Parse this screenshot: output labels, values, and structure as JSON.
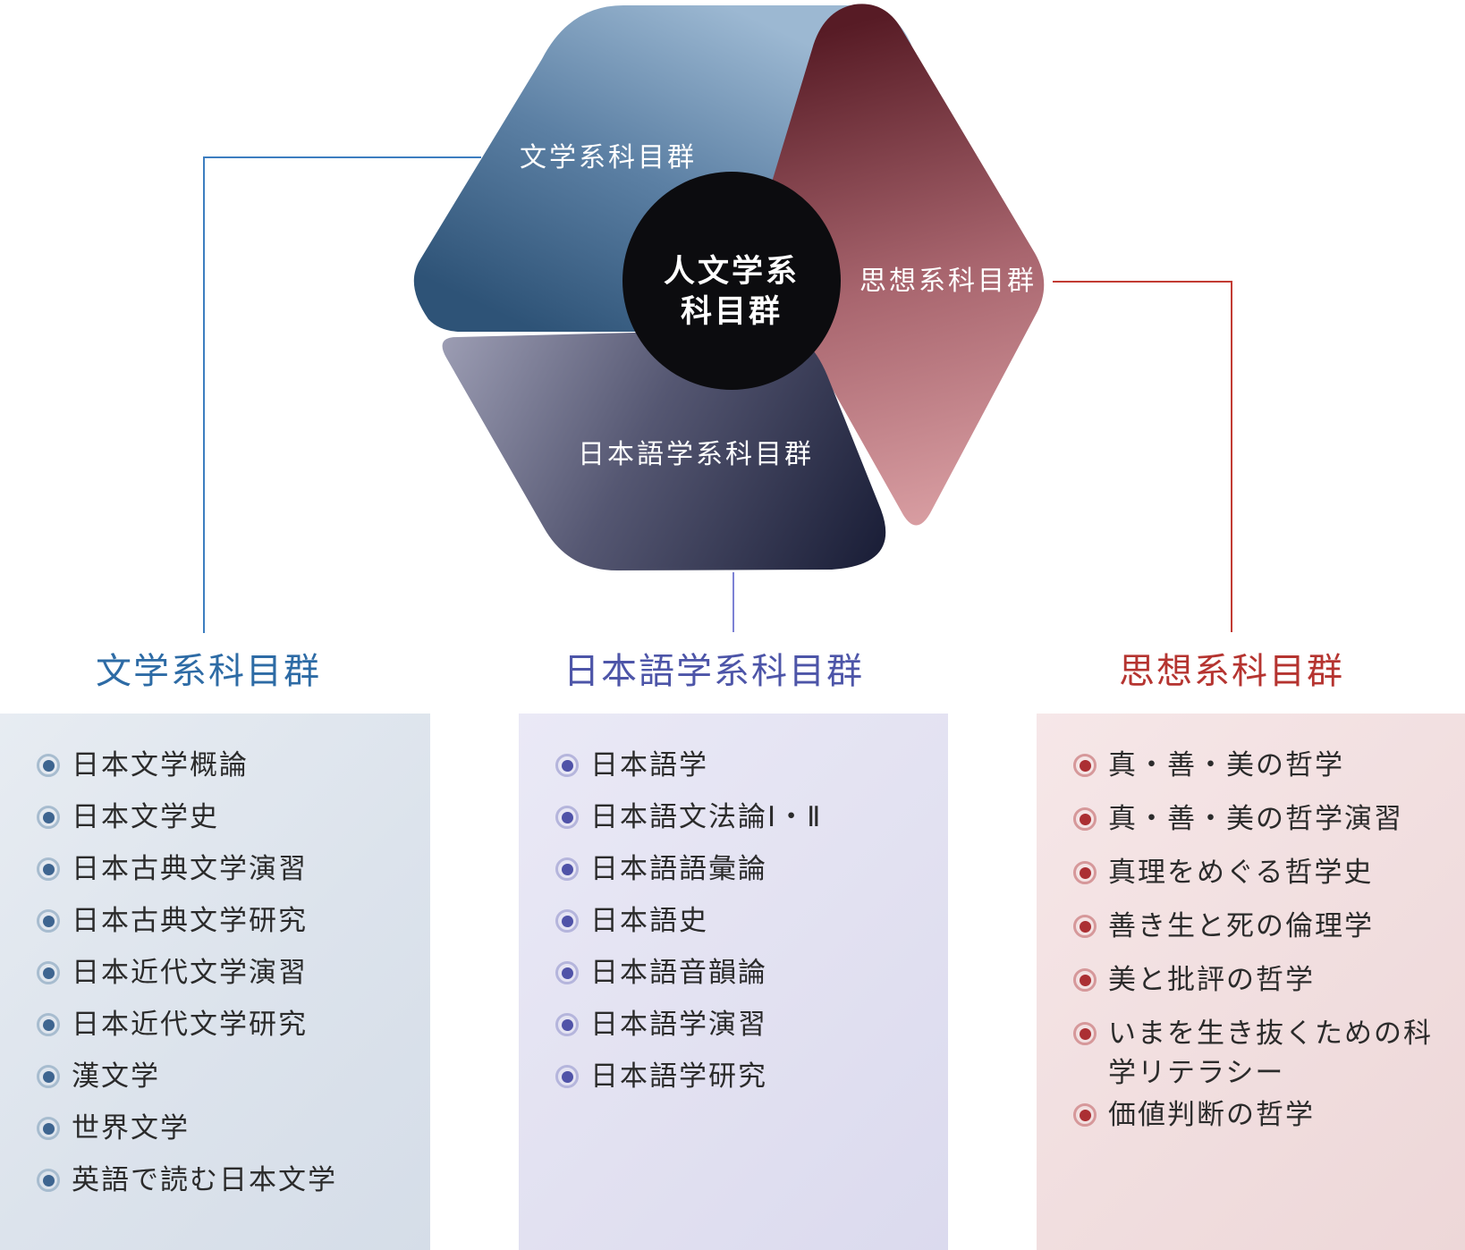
{
  "diagram": {
    "center_label": {
      "line1": "人文学系",
      "line2": "科目群"
    },
    "literature_label": "文学系科目群",
    "thought_label": "思想系科目群",
    "japanese_label": "日本語学系科目群",
    "colors": {
      "blue_ribbon_light": "#9cb8d2",
      "blue_ribbon_dark": "#2e5377",
      "red_ribbon_dark": "#571b25",
      "red_ribbon_light": "#dda3a7",
      "navy_ribbon_light": "#9fa0b6",
      "navy_ribbon_dark": "#161a33",
      "center_circle": "#0c0c0f"
    }
  },
  "groups": [
    {
      "id": "literature",
      "heading": "文学系科目群",
      "accent": "#2d6ba5",
      "connector_color": "#3d7ec0",
      "bullet_ring": "#a7bccf",
      "bullet_dot": "#3e6590",
      "panel_tint": "#dde3ec",
      "items": [
        "日本文学概論",
        "日本文学史",
        "日本古典文学演習",
        "日本古典文学研究",
        "日本近代文学演習",
        "日本近代文学研究",
        "漢文学",
        "世界文学",
        "英語で読む日本文学"
      ]
    },
    {
      "id": "japanese",
      "heading": "日本語学系科目群",
      "accent": "#4d55a8",
      "connector_color": "#7d82d4",
      "bullet_ring": "#b5b5dc",
      "bullet_dot": "#5053a8",
      "panel_tint": "#e2e1f1",
      "items": [
        "日本語学",
        "日本語文法論Ⅰ・Ⅱ",
        "日本語語彙論",
        "日本語史",
        "日本語音韻論",
        "日本語学演習",
        "日本語学研究"
      ]
    },
    {
      "id": "thought",
      "heading": "思想系科目群",
      "accent": "#b53430",
      "connector_color": "#c23b33",
      "bullet_ring": "#d6989a",
      "bullet_dot": "#ab2f33",
      "panel_tint": "#f1dedf",
      "items": [
        "真・善・美の哲学",
        "真・善・美の哲学演習",
        "真理をめぐる哲学史",
        "善き生と死の倫理学",
        "美と批評の哲学",
        "いまを生き抜くための科学リテラシー",
        "価値判断の哲学"
      ]
    }
  ]
}
